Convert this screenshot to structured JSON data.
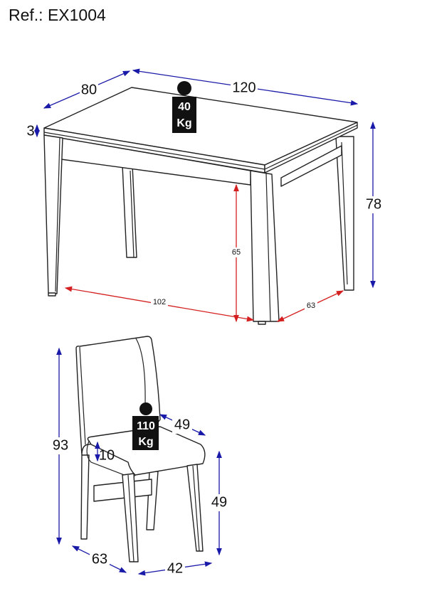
{
  "reference": "Ref.: EX1004",
  "table": {
    "width": "120",
    "depth": "80",
    "top_thickness": "3",
    "height": "78",
    "inner_height": "65",
    "inner_width": "102",
    "inner_depth": "63",
    "load_value": "40",
    "load_unit": "Kg"
  },
  "chair": {
    "height": "93",
    "seat_depth": "49",
    "seat_thickness": "10",
    "seat_height": "49",
    "depth": "63",
    "width": "42",
    "load_value": "110",
    "load_unit": "Kg"
  },
  "colors": {
    "dimension_outer": "#1a1aa8",
    "dimension_inner": "#d42020"
  }
}
